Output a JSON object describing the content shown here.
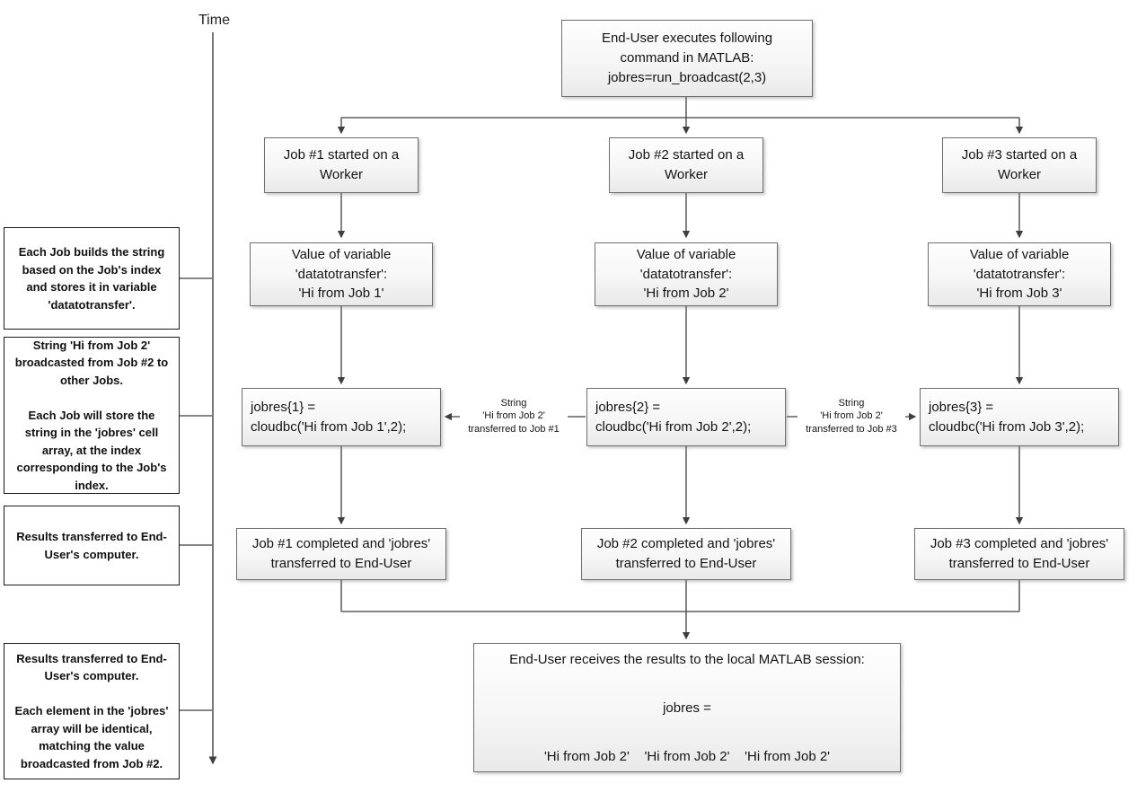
{
  "diagram": {
    "time_label": "Time",
    "top_box": "End-User executes following\ncommand in MATLAB:\njobres=run_broadcast(2,3)",
    "columns": [
      {
        "started": "Job #1 started on a\nWorker",
        "value": "Value of variable\n'datatotransfer':\n'Hi from Job 1'",
        "jobres": "jobres{1} =\ncloudbc('Hi from Job 1',2);",
        "completed": "Job #1 completed and 'jobres'\ntransferred to End-User"
      },
      {
        "started": "Job #2 started on a\nWorker",
        "value": "Value of variable\n'datatotransfer':\n'Hi from Job 2'",
        "jobres": "jobres{2} =\ncloudbc('Hi from Job 2',2);",
        "completed": "Job #2 completed and 'jobres'\ntransferred to End-User"
      },
      {
        "started": "Job #3 started on a\nWorker",
        "value": "Value of variable\n'datatotransfer':\n'Hi from Job 3'",
        "jobres": "jobres{3} =\ncloudbc('Hi from Job 3',2);",
        "completed": "Job #3 completed and 'jobres'\ntransferred to End-User"
      }
    ],
    "transfer_labels": {
      "left": "String\n'Hi from Job 2'\ntransferred to Job #1",
      "right": "String\n'Hi from Job 2'\ntransferred to Job #3"
    },
    "bottom_box": "End-User receives the results to the local MATLAB session:\n\njobres =\n\n'Hi from Job 2'    'Hi from Job 2'    'Hi from Job 2'",
    "annotations": [
      "Each Job builds the string\nbased on the Job's index\nand stores it in variable\n'datatotransfer'.",
      "String 'Hi from Job 2'\nbroadcasted from Job #2 to\nother Jobs.\n\nEach Job will store the\nstring in the 'jobres' cell\narray, at the index\ncorresponding to the Job's\nindex.",
      "Results transferred to End-\nUser's computer.",
      "Results transferred to End-\nUser's computer.\n\nEach element in the 'jobres'\narray will be identical,\nmatching the value\nbroadcasted from Job #2."
    ]
  }
}
